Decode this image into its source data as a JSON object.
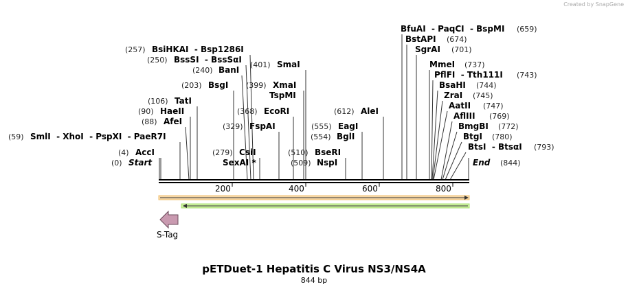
{
  "credit": "Created by SnapGene",
  "title": "pETDuet-1 Hepatitis C Virus NS3/NS4A",
  "subtitle": "844 bp",
  "feature_label": "S-Tag",
  "ticks": [
    "200",
    "400",
    "600",
    "800"
  ],
  "enzymes": [
    {
      "pos": "(659)",
      "name": "BfuAI  - PaqCI  - BspMI"
    },
    {
      "pos": "(674)",
      "name": "BstAPI"
    },
    {
      "pos": "(701)",
      "name": "SgrAI"
    },
    {
      "pos": "(737)",
      "name": "MmeI"
    },
    {
      "pos": "(743)",
      "name": "PflFI  - Tth111I"
    },
    {
      "pos": "(744)",
      "name": "BsaHI"
    },
    {
      "pos": "(745)",
      "name": "ZraI"
    },
    {
      "pos": "(747)",
      "name": "AatII"
    },
    {
      "pos": "(769)",
      "name": "AflIII"
    },
    {
      "pos": "(772)",
      "name": "BmgBI"
    },
    {
      "pos": "(780)",
      "name": "BtgI"
    },
    {
      "pos": "(793)",
      "name": "BtsI  - BtsαI"
    },
    {
      "pos": "(844)",
      "name": "End"
    },
    {
      "pos": "(257)",
      "name": "BsiHKAI  - Bsp1286I"
    },
    {
      "pos": "(250)",
      "name": "BssSI  - BssSαI"
    },
    {
      "pos": "(240)",
      "name": "BanI"
    },
    {
      "pos": "(401)",
      "name": "SmaI"
    },
    {
      "pos": "(203)",
      "name": "BsgI"
    },
    {
      "pos": "(399)",
      "name": "XmaI"
    },
    {
      "pos": "",
      "name": "TspMI"
    },
    {
      "pos": "(106)",
      "name": "TatI"
    },
    {
      "pos": "(90)",
      "name": "HaeII"
    },
    {
      "pos": "(368)",
      "name": "EcoRI"
    },
    {
      "pos": "(612)",
      "name": "AleI"
    },
    {
      "pos": "(88)",
      "name": "AfeI"
    },
    {
      "pos": "(329)",
      "name": "FspAI"
    },
    {
      "pos": "(555)",
      "name": "EagI"
    },
    {
      "pos": "(59)",
      "name": "SmlI  - XhoI  - PspXI  - PaeR7I"
    },
    {
      "pos": "(554)",
      "name": "BglI"
    },
    {
      "pos": "(4)",
      "name": "AccI"
    },
    {
      "pos": "(279)",
      "name": "CsiI"
    },
    {
      "pos": "(510)",
      "name": "BseRI"
    },
    {
      "pos": "(0)",
      "name": "Start"
    },
    {
      "pos": "",
      "name": "SexAI *"
    },
    {
      "pos": "(509)",
      "name": "NspI"
    }
  ]
}
